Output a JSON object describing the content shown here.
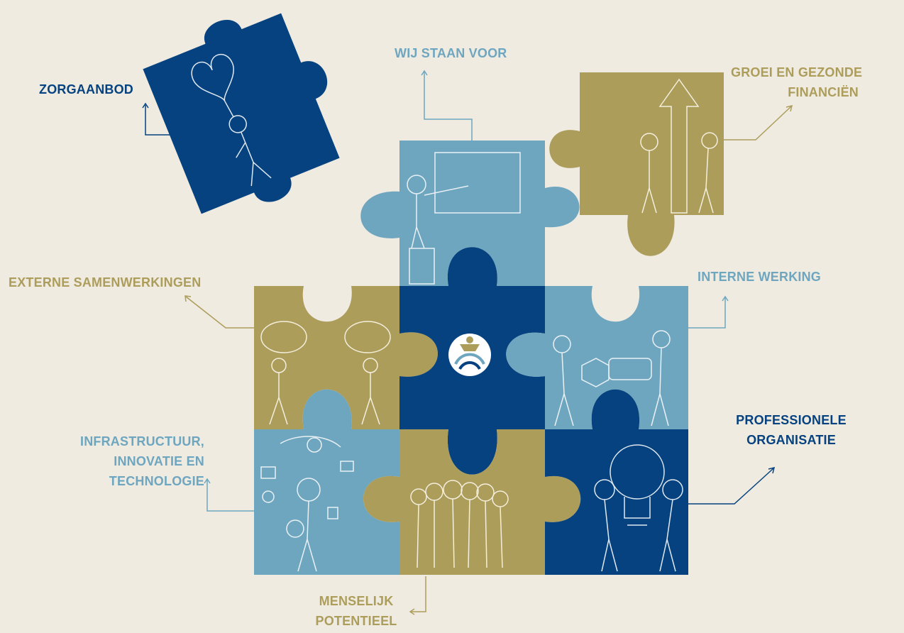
{
  "colors": {
    "background": "#efebe1",
    "navy": "#05427f",
    "light_blue": "#6ea6c0",
    "gold": "#ad9d5b"
  },
  "labels": {
    "zorgaanbod": [
      "ZORGAANBOD"
    ],
    "wij_staan_voor": [
      "WIJ STAAN VOOR"
    ],
    "groei": [
      "GROEI EN GEZONDE",
      "FINANCIËN"
    ],
    "externe": [
      "EXTERNE SAMENWERKINGEN"
    ],
    "interne": [
      "INTERNE WERKING"
    ],
    "infrastructuur": [
      "INFRASTRUCTUUR,",
      "INNOVATIE EN",
      "TECHNOLOGIE"
    ],
    "professionele": [
      "PROFESSIONELE",
      "ORGANISATIE"
    ],
    "menselijk": [
      "MENSELIJK",
      "POTENTIEEL"
    ]
  },
  "pieces": [
    {
      "name": "zorgaanbod-piece",
      "color": "navy",
      "illustration": "person-holding-heart-balloon"
    },
    {
      "name": "wij-staan-voor-piece",
      "color": "light_blue",
      "illustration": "presenter-at-board"
    },
    {
      "name": "groei-piece",
      "color": "gold",
      "illustration": "people-with-growth-arrow"
    },
    {
      "name": "externe-samenwerkingen-piece",
      "color": "gold",
      "illustration": "two-people-thinking-puzzle"
    },
    {
      "name": "center-piece",
      "color": "navy",
      "illustration": "logo-emblem"
    },
    {
      "name": "interne-werking-piece",
      "color": "light_blue",
      "illustration": "people-with-bolt-and-nut"
    },
    {
      "name": "infrastructuur-piece",
      "color": "light_blue",
      "illustration": "person-juggling-tech"
    },
    {
      "name": "menselijk-potentieel-piece",
      "color": "gold",
      "illustration": "group-of-people"
    },
    {
      "name": "professionele-organisatie-piece",
      "color": "navy",
      "illustration": "people-with-lightbulb"
    }
  ]
}
